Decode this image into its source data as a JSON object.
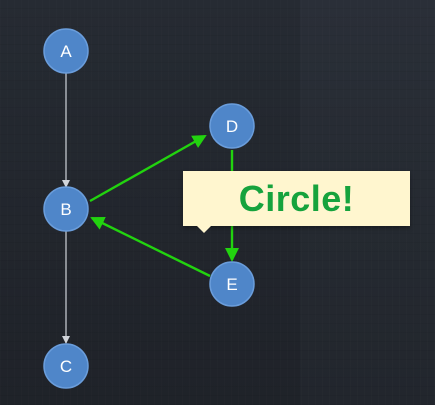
{
  "nodes": {
    "a": "A",
    "b": "B",
    "c": "C",
    "d": "D",
    "e": "E"
  },
  "callout": {
    "text": "Circle!"
  },
  "colors": {
    "node_fill": "#4f86c9",
    "node_stroke": "#6a9ddb",
    "edge_default": "#d0d4da",
    "edge_highlight": "#22d30f",
    "callout_bg": "#fff6cf",
    "callout_text": "#16a33d"
  }
}
